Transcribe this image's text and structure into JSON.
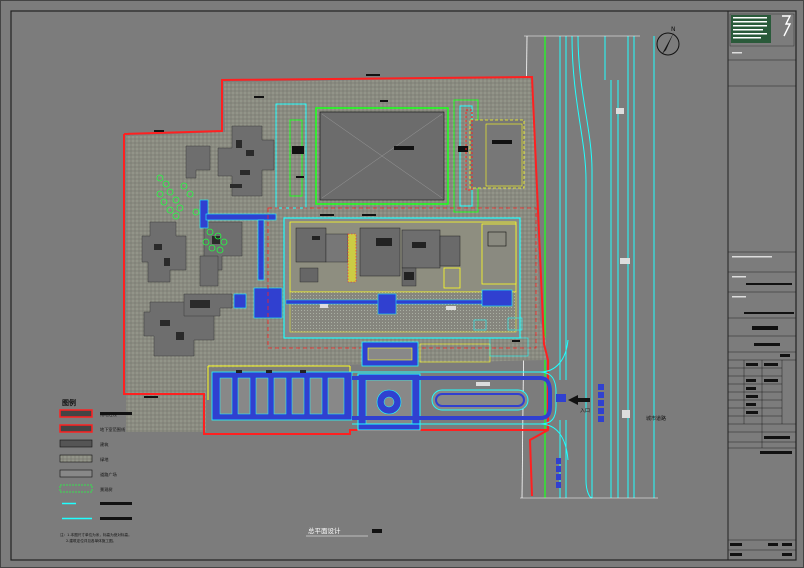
{
  "drawing": {
    "title": "总平面设计",
    "legend_title": "图例",
    "legend": [
      {
        "label": "用地红线",
        "color": "#ff2020"
      },
      {
        "label": "地下室范围线",
        "color": "#ff2020"
      },
      {
        "label": "建筑",
        "color": "#ffffff"
      },
      {
        "label": "绿地",
        "color": "#ffffff"
      },
      {
        "label": "道路广场",
        "color": "#ffffff"
      },
      {
        "label": "景观树",
        "color": "#20ff40"
      },
      {
        "label": "",
        "color": "#20ffff"
      },
      {
        "label": "",
        "color": "#20ffff"
      }
    ],
    "notes": [
      "注：1.本图尺寸单位为米，标高为绝对标高。",
      "2.建筑定位详见各单体施工图。"
    ],
    "north_arrow": "N",
    "road_label": "城市道路",
    "entrance_label": "入口"
  },
  "colors": {
    "background": "#7c7c7c",
    "red_line": "#ff2020",
    "green_line": "#20ff20",
    "cyan_line": "#20ffff",
    "yellow_line": "#ffff20",
    "blue_fill": "#3040d0",
    "white": "#ffffff"
  }
}
